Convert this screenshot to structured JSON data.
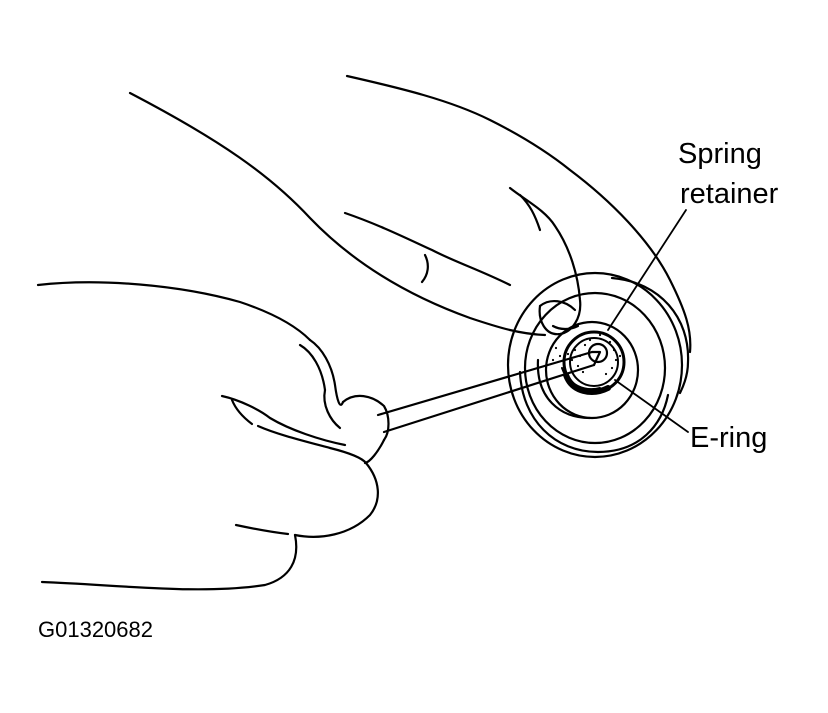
{
  "figure": {
    "callouts": {
      "spring_retainer_line1": "Spring",
      "spring_retainer_line2": "retainer",
      "e_ring": "E-ring"
    },
    "figure_id": "G01320682"
  },
  "colors": {
    "ink": "#000000",
    "paper": "#ffffff"
  }
}
